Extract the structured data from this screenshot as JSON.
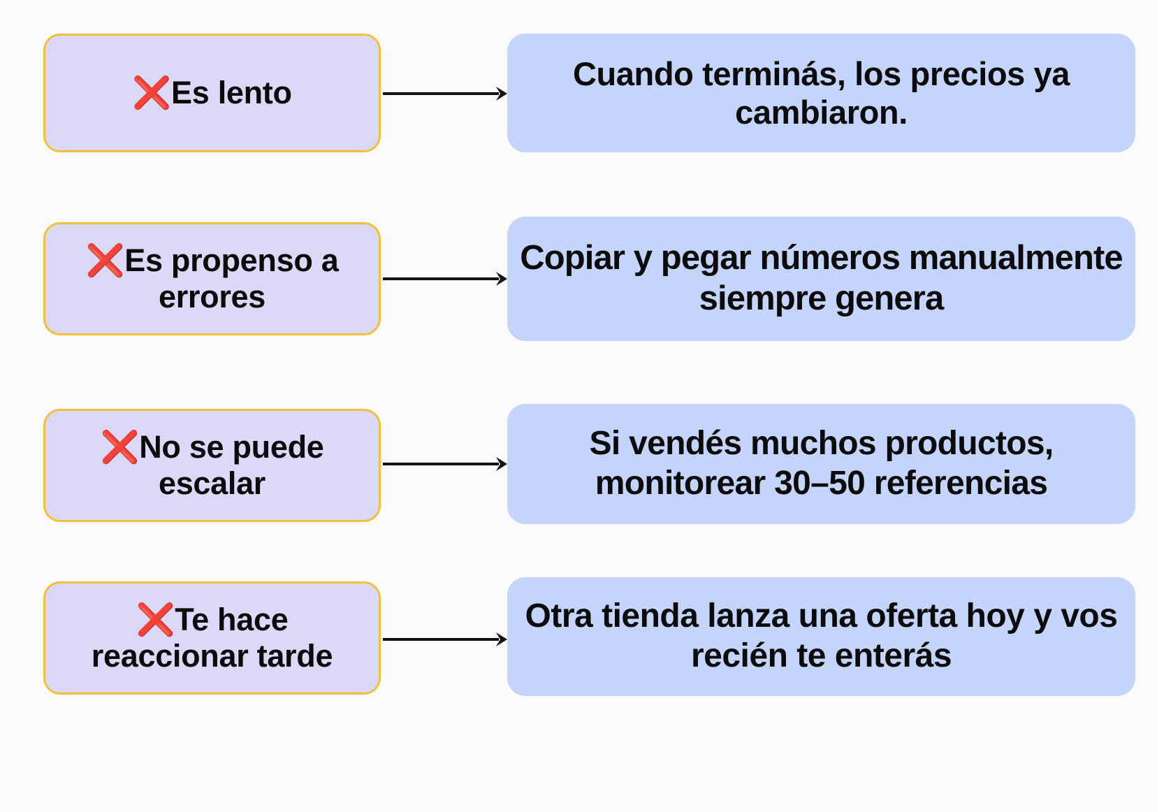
{
  "theme": {
    "background": "#fbfbfb",
    "problem_card_fill": "#dcd8f7",
    "problem_card_border": "#f2c13c",
    "explanation_card_fill": "#c4d4fa",
    "text_color": "#0b0b0b",
    "x_mark_color": "#e01b24"
  },
  "icons": {
    "x_mark": "❌",
    "arrow": "arrow-right-icon"
  },
  "rows": [
    {
      "problem": {
        "mark": "❌",
        "label": "Es lento"
      },
      "explanation": "Cuando terminás, los precios ya cambiaron."
    },
    {
      "problem": {
        "mark": "❌",
        "label": "Es propenso a errores"
      },
      "explanation": "Copiar y pegar números manualmente siempre genera"
    },
    {
      "problem": {
        "mark": "❌",
        "label": "No se puede escalar"
      },
      "explanation": "Si vendés muchos productos, monitorear 30–50 referencias"
    },
    {
      "problem": {
        "mark": "❌",
        "label": "Te hace reaccionar tarde"
      },
      "explanation": "Otra tienda lanza una oferta hoy y vos recién te enterás"
    }
  ]
}
